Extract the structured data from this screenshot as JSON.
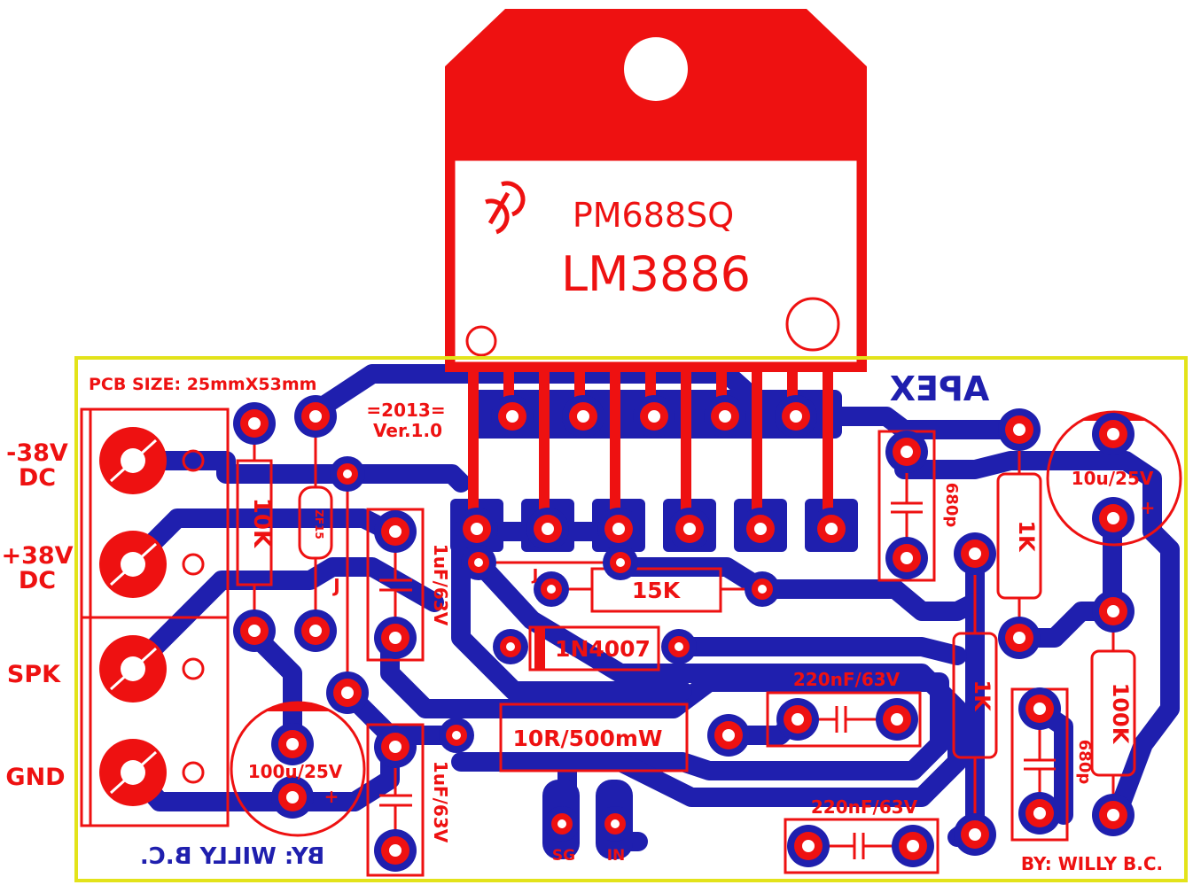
{
  "board": {
    "size_label": "PCB SIZE: 25mmX53mm",
    "year": "=2013=",
    "version": "Ver.1.0",
    "brand": "APEX",
    "author_bottom": "BY: WILLY B.C.",
    "author_mirrored": "BY: WILLY B.C.",
    "colors": {
      "copper": "#1f1fae",
      "silk": "#ee1111",
      "outline": "#e3e31a",
      "background": "#ffffff"
    }
  },
  "chip": {
    "name": "LM3886",
    "part": "PM688SQ"
  },
  "connectors": {
    "neg_label": "-38V",
    "neg_sub": "DC",
    "pos_label": "+38V",
    "pos_sub": "DC",
    "spk_label": "SPK",
    "gnd_label": "GND",
    "sg_label": "SG",
    "in_label": "IN"
  },
  "components": {
    "r_10k": "10K",
    "zener": "ZF15",
    "jumper_1": "J",
    "jumper_2": "J",
    "c_1uf_a": "1uF/63V",
    "c_1uf_b": "1uF/63V",
    "r_15k": "15K",
    "diode": "1N4007",
    "c_220nf_a": "220nF/63V",
    "c_220nf_b": "220nF/63V",
    "r_10r": "10R/500mW",
    "c_680p_a": "680p",
    "c_680p_b": "680p",
    "r_1k_a": "1K",
    "r_1k_b": "1K",
    "r_100k": "100K",
    "cap_10u": "10u/25V",
    "cap_100u": "100u/25V",
    "plus_10u": "+",
    "plus_100u": "+"
  }
}
